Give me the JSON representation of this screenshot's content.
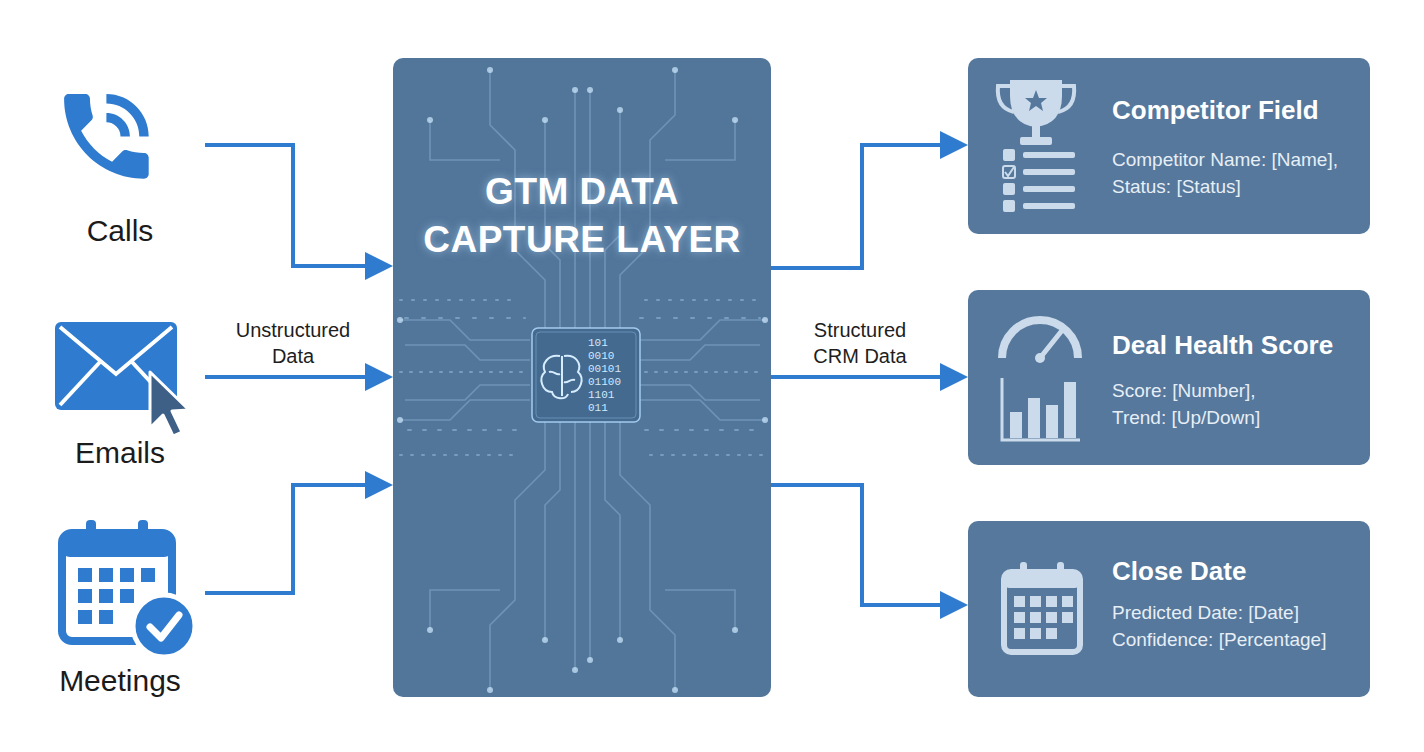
{
  "diagram": {
    "nodes": [
      {
        "text": [
          "Calls"
        ]
      },
      {
        "text": [
          "Emails"
        ]
      },
      {
        "text": [
          "Meetings"
        ]
      },
      {
        "text": [
          "GTM DATA CAPTURE LAYER"
        ]
      },
      {
        "text": [
          "Competitor Field",
          "Competitor Name: [Name], Status: [Status]"
        ]
      },
      {
        "text": [
          "Deal Health Score",
          "Score: [Number], Trend: [Up/Down]"
        ]
      },
      {
        "text": [
          "Close Date",
          "Predicted Date: [Date] Confidence: [Percentage]"
        ]
      }
    ],
    "edges": [
      {
        "from": 0,
        "to": 3,
        "arrow": "to"
      },
      {
        "from": 1,
        "to": 3,
        "label": "Unstructured Data",
        "arrow": "to"
      },
      {
        "from": 2,
        "to": 3,
        "arrow": "to"
      },
      {
        "from": 3,
        "to": 4,
        "arrow": "to"
      },
      {
        "from": 3,
        "to": 5,
        "label": "Structured CRM Data",
        "arrow": "to"
      },
      {
        "from": 3,
        "to": 6,
        "arrow": "to"
      }
    ],
    "labels": [
      "101",
      "0010",
      "00101",
      "01100",
      "1101",
      "011"
    ]
  }
}
